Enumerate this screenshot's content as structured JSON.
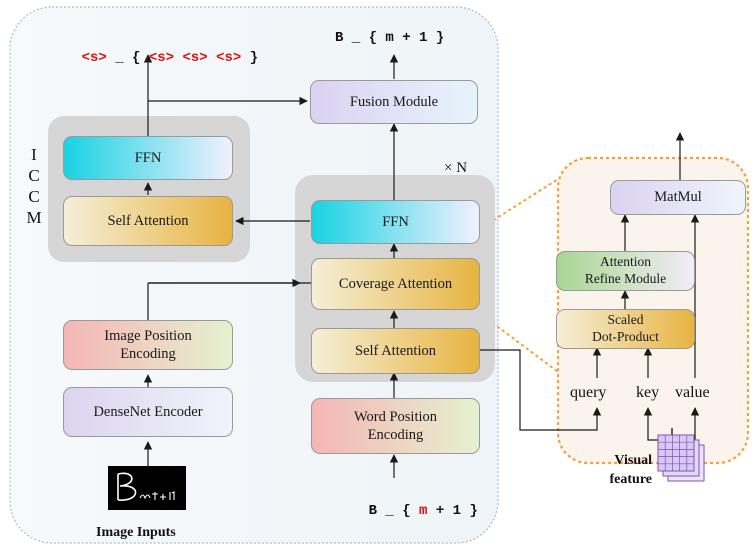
{
  "iccm_letters": [
    "I",
    "C",
    "C",
    "M"
  ],
  "outputs": {
    "left_tokens": [
      {
        "text": "<s>",
        "red": true
      },
      {
        "text": " _ { ",
        "red": false
      },
      {
        "text": "<s>",
        "red": true
      },
      {
        "text": " ",
        "red": false
      },
      {
        "text": "<s>",
        "red": true
      },
      {
        "text": " ",
        "red": false
      },
      {
        "text": "<s>",
        "red": true
      },
      {
        "text": " }",
        "red": false
      }
    ],
    "top_text": "B _ { m + 1 }"
  },
  "input_tokens": [
    {
      "text": "B _ { ",
      "red": false
    },
    {
      "text": "m",
      "red": true
    },
    {
      "text": " + 1 }",
      "red": false
    }
  ],
  "modules": {
    "fusion": "Fusion Module",
    "iccm_ffn": "FFN",
    "iccm_self_attention": "Self Attention",
    "decoder_ffn": "FFN",
    "coverage_attention": "Coverage Attention",
    "decoder_self_attention": "Self Attention",
    "image_position_encoding": "Image Position\nEncoding",
    "densenet_encoder": "DenseNet Encoder",
    "word_position_encoding": "Word Position\nEncoding",
    "matmul": "MatMul",
    "attention_refine": "Attention\nRefine Module",
    "scaled_dot_product": "Scaled\nDot-Product"
  },
  "repeat_label": "× N",
  "qkv": {
    "query": "query",
    "key": "key",
    "value": "value"
  },
  "visual_feature_label": "Visual\nfeature",
  "image_inputs_label": "Image Inputs",
  "handwriting": "B m+1",
  "colors": {
    "red_token": "#e01010",
    "ffn_gradient": [
      "#19d3e3",
      "#f2f0ff"
    ],
    "attention_gradient": [
      "#f5efd8",
      "#e8b442"
    ],
    "fusion_gradient": [
      "#dcd2f2",
      "#e6f4fb"
    ],
    "position_encoding_gradient": [
      "#f5b6b6",
      "#e6f1cf"
    ],
    "densenet_gradient": [
      "#ddd4f0",
      "#f0f4fb"
    ],
    "refine_gradient": [
      "#a8d792",
      "#f3ecf8"
    ],
    "orange_dotted": "#f0a13a",
    "grid_cube": "#9b78d0"
  }
}
